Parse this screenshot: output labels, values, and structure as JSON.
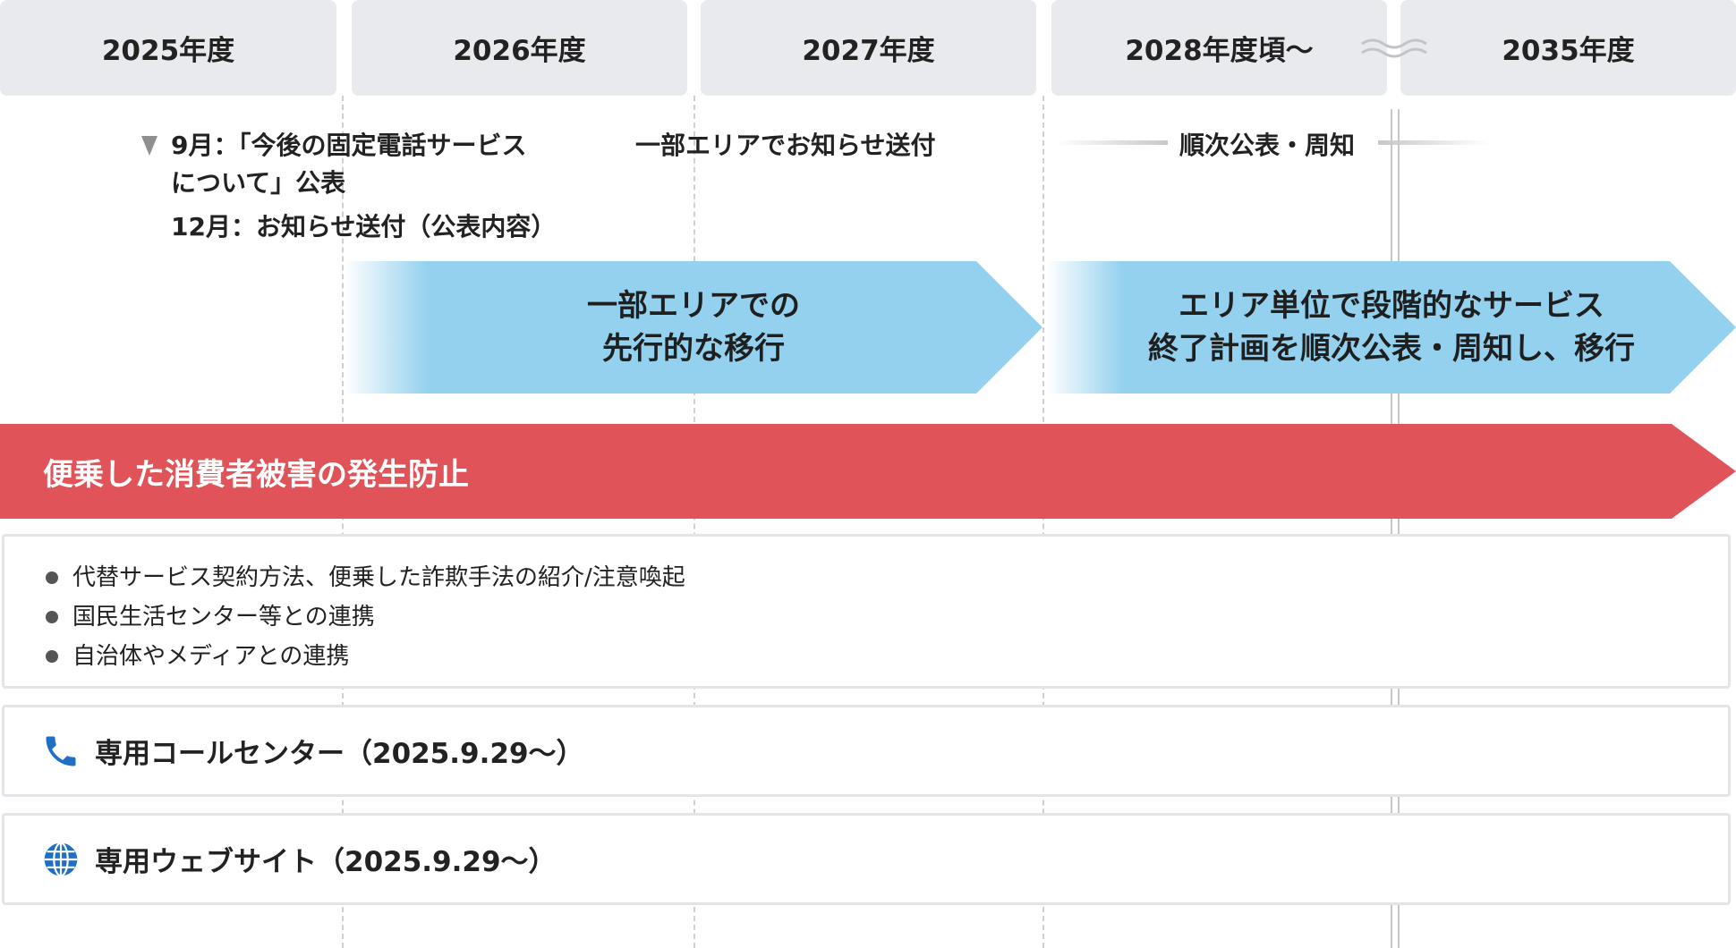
{
  "years": [
    "2025年度",
    "2026年度",
    "2027年度",
    "2028年度頃〜",
    "2035年度"
  ],
  "events": {
    "sep_line1": "9月：「今後の固定電話サービス",
    "sep_line2": "について」公表",
    "dec": "12月：お知らせ送付（公表内容）",
    "partial_notice": "一部エリアでお知らせ送付",
    "sequential": "順次公表・周知"
  },
  "phases": [
    {
      "line1": "一部エリアでの",
      "line2": "先行的な移行"
    },
    {
      "line1": "エリア単位で段階的なサービス",
      "line2": "終了計画を順次公表・周知し、移行"
    }
  ],
  "prevention": {
    "title": "便乗した消費者被害の発生防止",
    "items": [
      "代替サービス契約方法、便乗した詐欺手法の紹介/注意喚起",
      "国民生活センター等との連携",
      "自治体やメディアとの連携"
    ]
  },
  "contacts": {
    "call_center": "専用コールセンター（2025.9.29〜）",
    "website": "専用ウェブサイト（2025.9.29〜）"
  },
  "colors": {
    "header_bg": "#e9eaee",
    "phase_arrow": "#93d1ee",
    "prevention_band": "#e05459",
    "icon_blue": "#1f6fc5"
  },
  "icons": [
    "phone-icon",
    "globe-icon"
  ]
}
